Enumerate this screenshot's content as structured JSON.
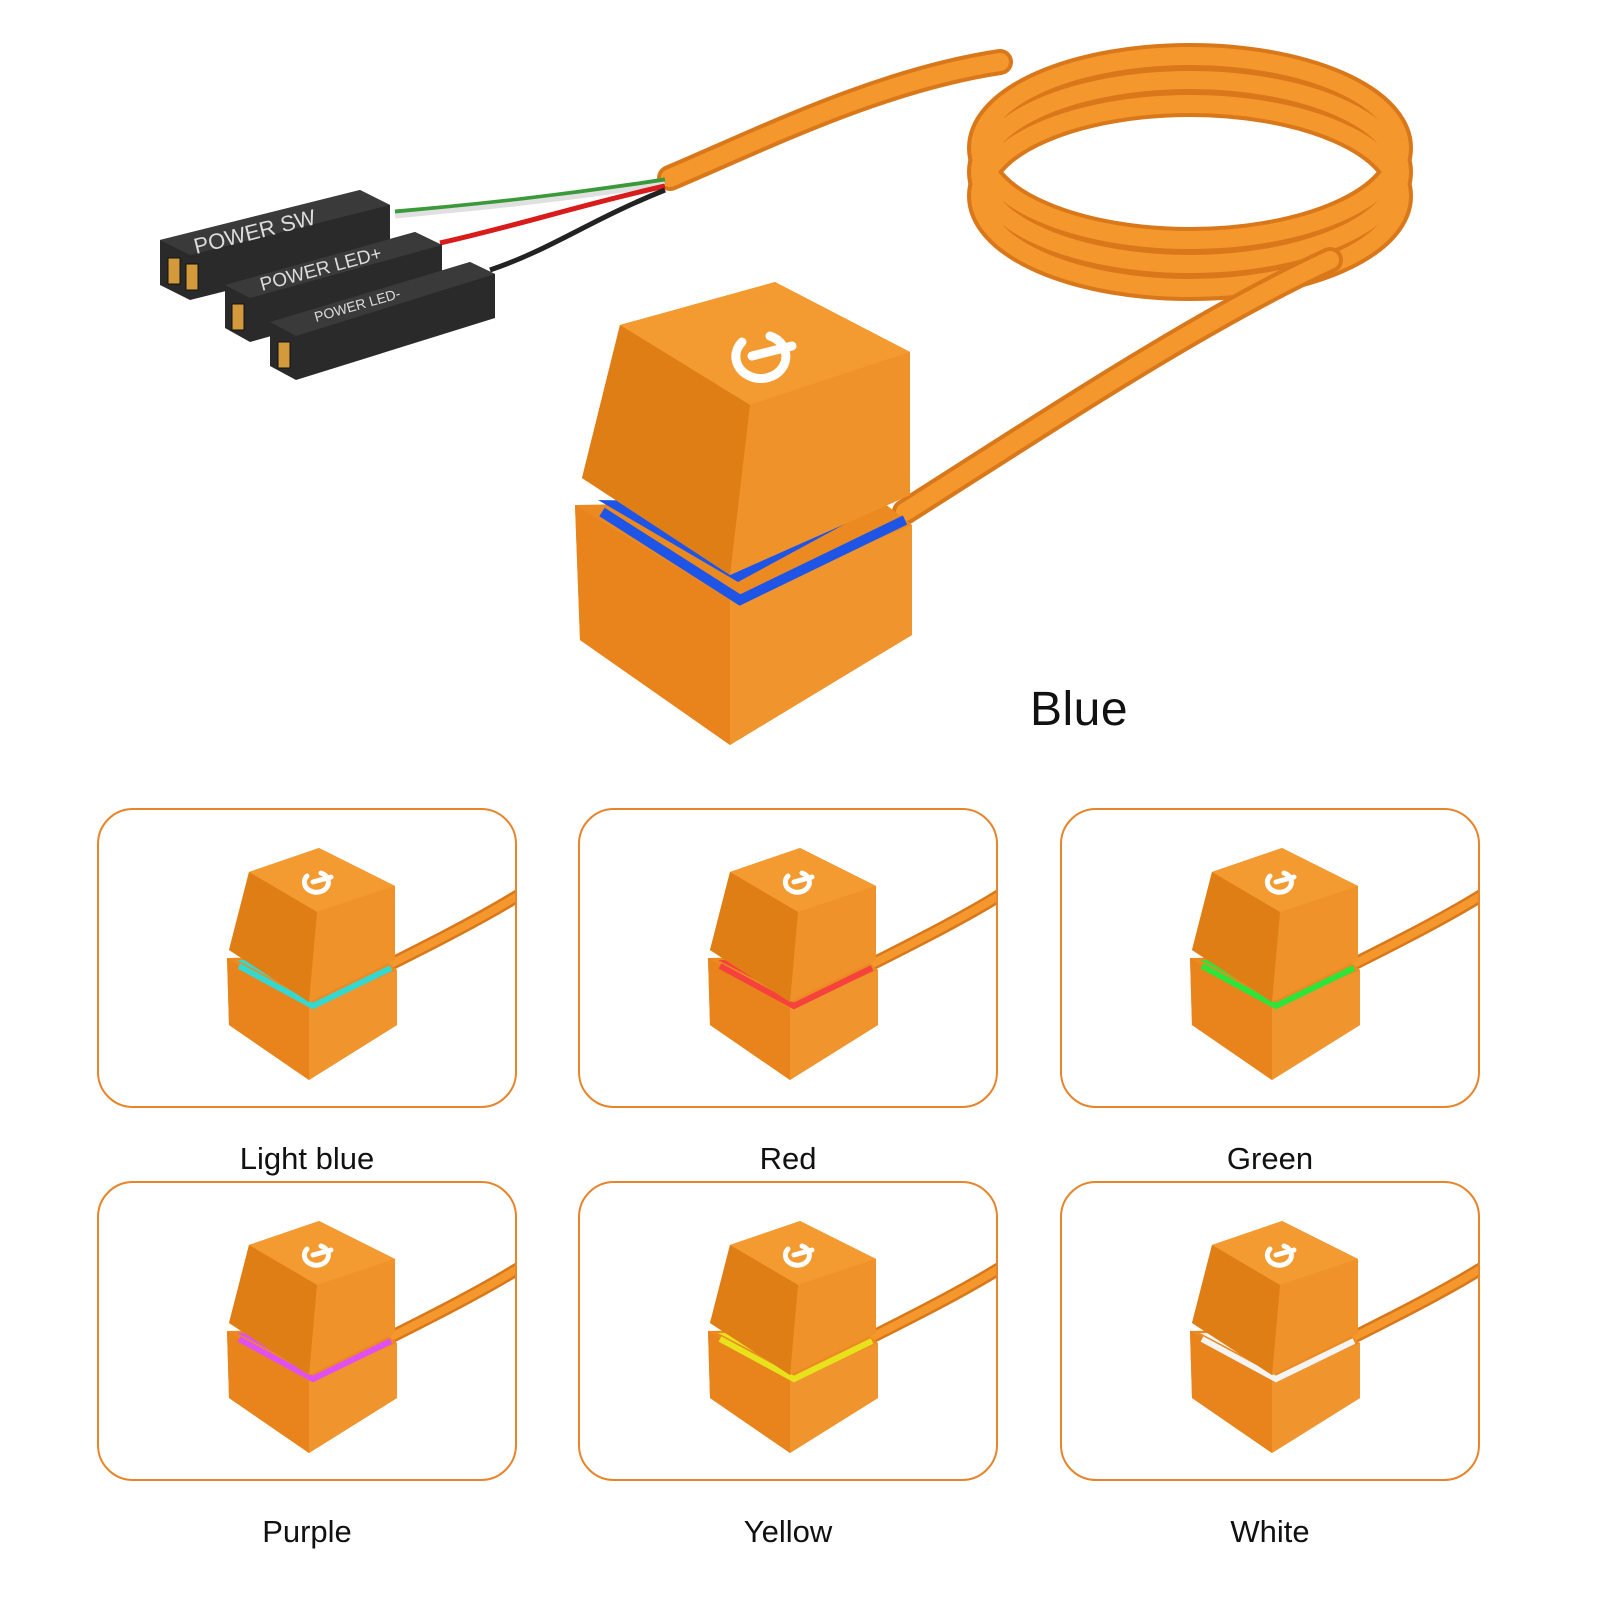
{
  "product": {
    "connectors": [
      "POWER SW",
      "POWER LED+",
      "POWER LED-"
    ],
    "hero_color_name": "Blue",
    "hero_glow": "#1f55e6",
    "body_color": "#ef8a1e"
  },
  "variants": [
    {
      "label": "Light blue",
      "glow": "#35d8d0"
    },
    {
      "label": "Red",
      "glow": "#f5423c"
    },
    {
      "label": "Green",
      "glow": "#2ee33a"
    },
    {
      "label": "Purple",
      "glow": "#e04ff0"
    },
    {
      "label": "Yellow",
      "glow": "#e8e21c"
    },
    {
      "label": "White",
      "glow": "#f4f4f4"
    }
  ]
}
